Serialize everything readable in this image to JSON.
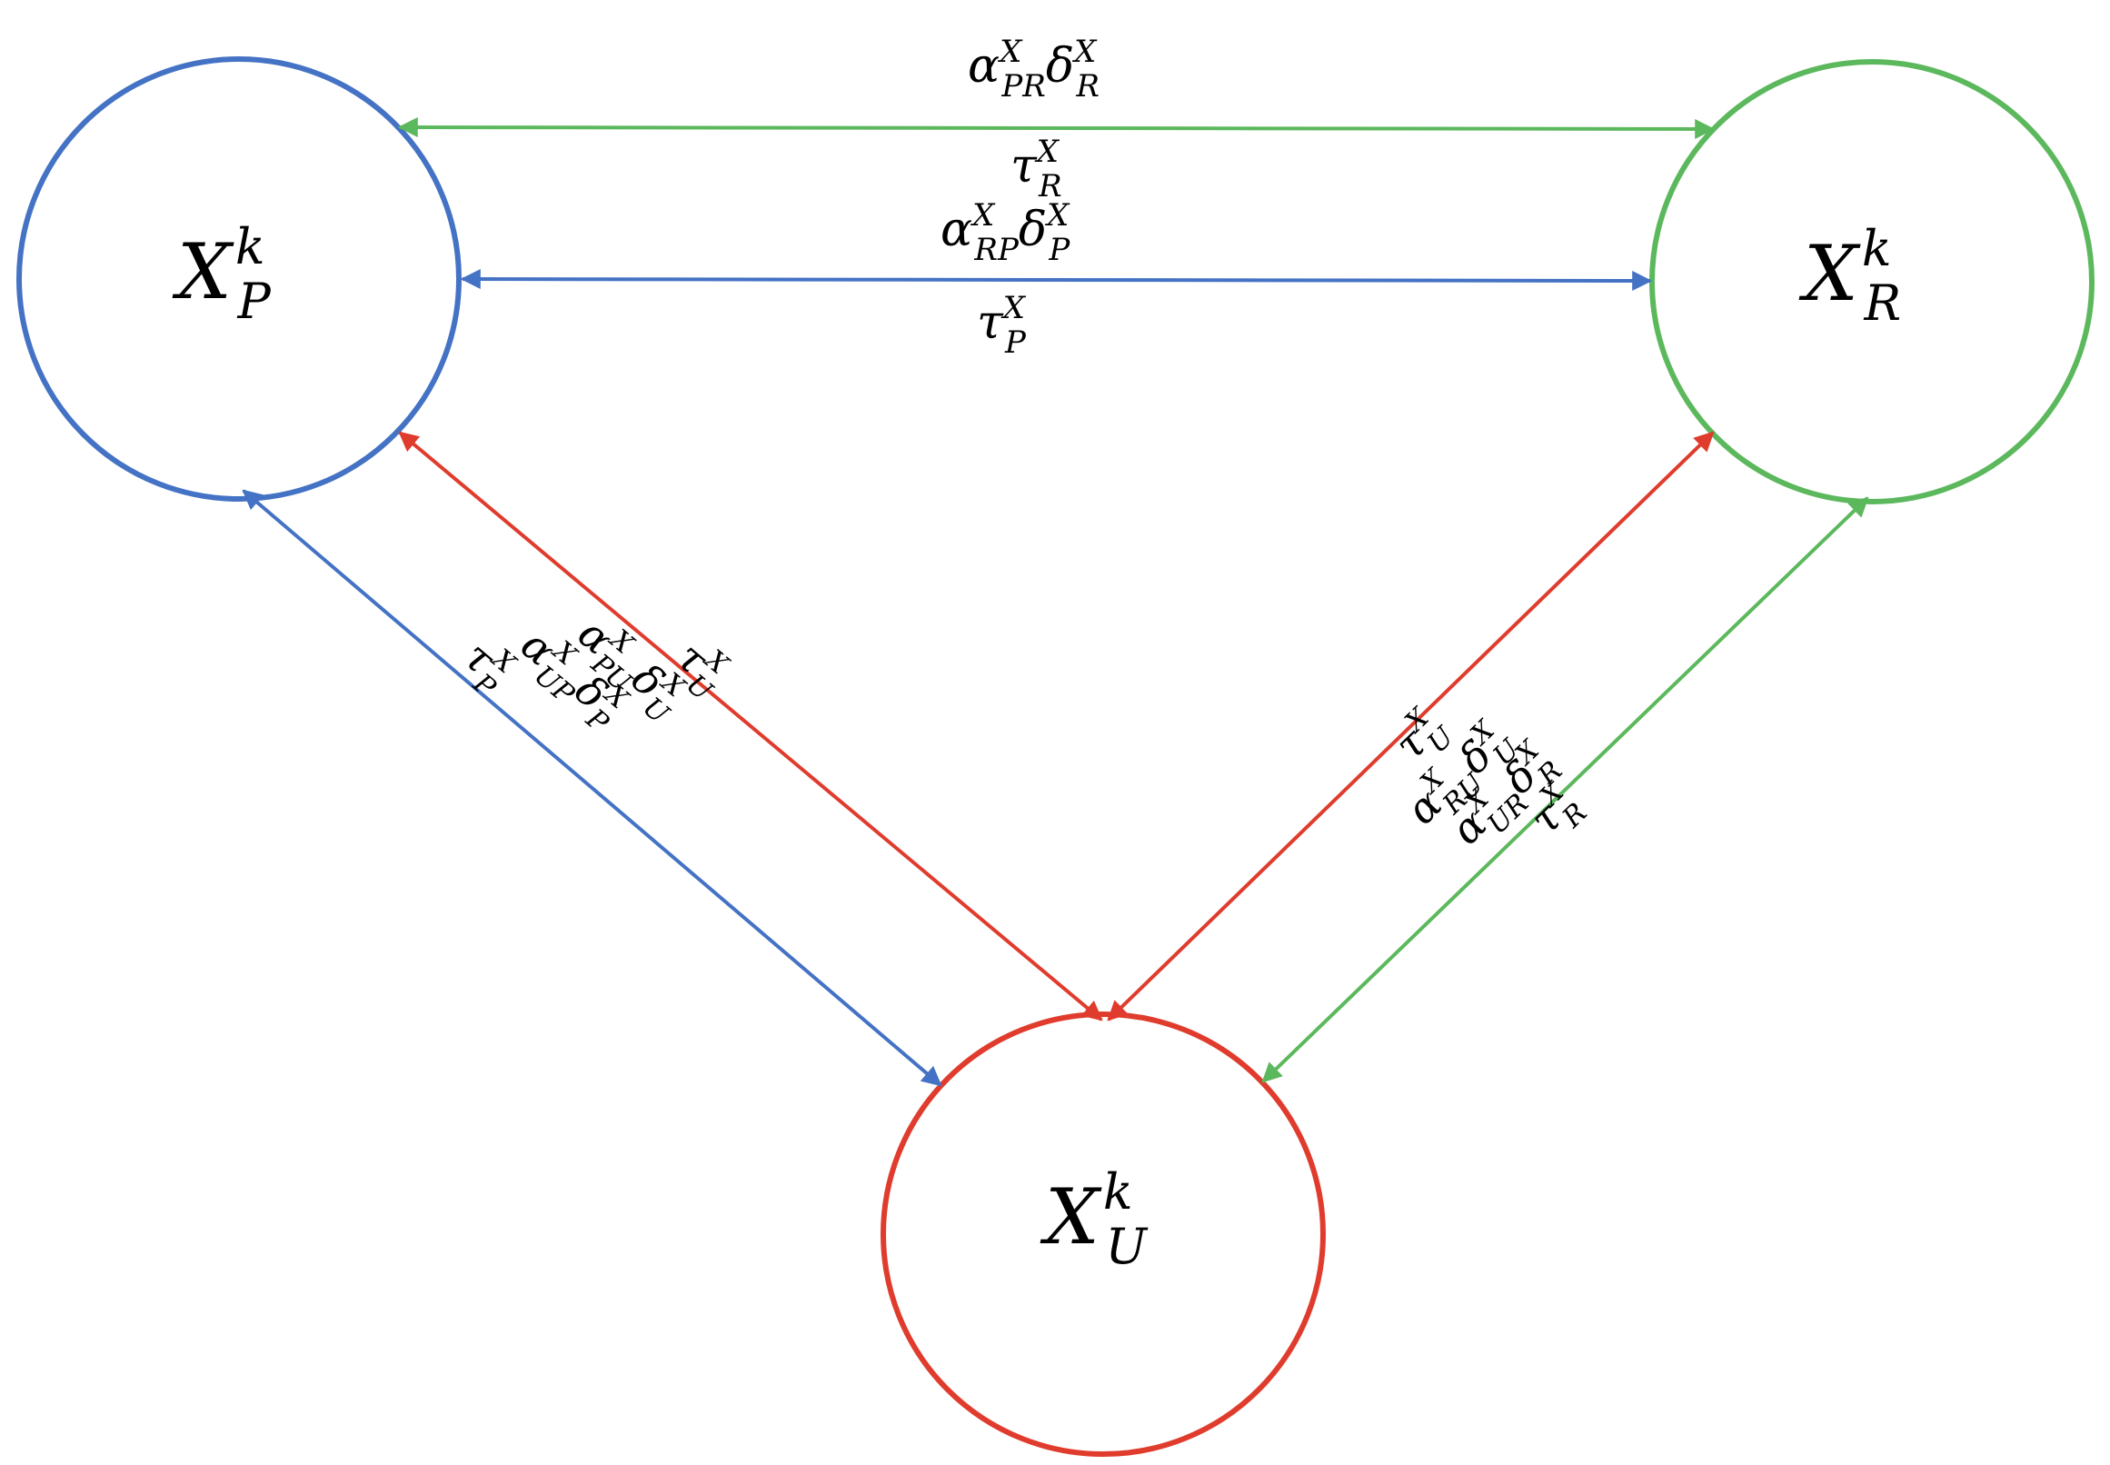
{
  "colors": {
    "blue": "#4472C4",
    "green": "#5CB85C",
    "red": "#E03C2D",
    "text": "#000000"
  },
  "nodes": {
    "p": {
      "base": "X",
      "sub": "P",
      "sup": "k",
      "color": "#4472C4"
    },
    "r": {
      "base": "X",
      "sub": "R",
      "sup": "k",
      "color": "#5CB85C"
    },
    "u": {
      "base": "X",
      "sub": "U",
      "sup": "k",
      "color": "#E03C2D"
    }
  },
  "edges": {
    "pr_green": {
      "color": "#5CB85C",
      "label_top": {
        "a": "α",
        "a_sup": "X",
        "a_sub": "PR",
        "d": "δ",
        "d_sup": "X",
        "d_sub": "R"
      },
      "label_bottom": {
        "t": "τ",
        "t_sup": "X",
        "t_sub": "R"
      }
    },
    "pr_blue": {
      "color": "#4472C4",
      "label_top": {
        "a": "α",
        "a_sup": "X",
        "a_sub": "RP",
        "d": "δ",
        "d_sup": "X",
        "d_sub": "P"
      },
      "label_bottom": {
        "t": "τ",
        "t_sup": "X",
        "t_sub": "P"
      }
    },
    "pu_red": {
      "color": "#E03C2D",
      "label_tau": {
        "t": "τ",
        "t_sup": "X",
        "t_sub": "U"
      },
      "label_alpha": {
        "a": "α",
        "a_sup": "X",
        "a_sub": "PU",
        "d": "δ",
        "d_sup": "X",
        "d_sub": "U"
      }
    },
    "pu_blue": {
      "color": "#4472C4",
      "label_alpha": {
        "a": "α",
        "a_sup": "X",
        "a_sub": "UP",
        "d": "δ",
        "d_sup": "X",
        "d_sub": "P"
      },
      "label_tau": {
        "t": "τ",
        "t_sup": "X",
        "t_sub": "P"
      }
    },
    "ru_red": {
      "color": "#E03C2D",
      "label_tau": {
        "t": "τ",
        "t_sup": "X",
        "t_sub": "U"
      },
      "label_alpha": {
        "a": "α",
        "a_sup": "X",
        "a_sub": "RU",
        "d": "δ",
        "d_sup": "X",
        "d_sub": "U"
      }
    },
    "ru_green": {
      "color": "#5CB85C",
      "label_alpha": {
        "a": "α",
        "a_sup": "X",
        "a_sub": "UR",
        "d": "δ",
        "d_sup": "X",
        "d_sub": "R"
      },
      "label_tau": {
        "t": "τ",
        "t_sup": "X",
        "t_sub": "R"
      }
    }
  }
}
